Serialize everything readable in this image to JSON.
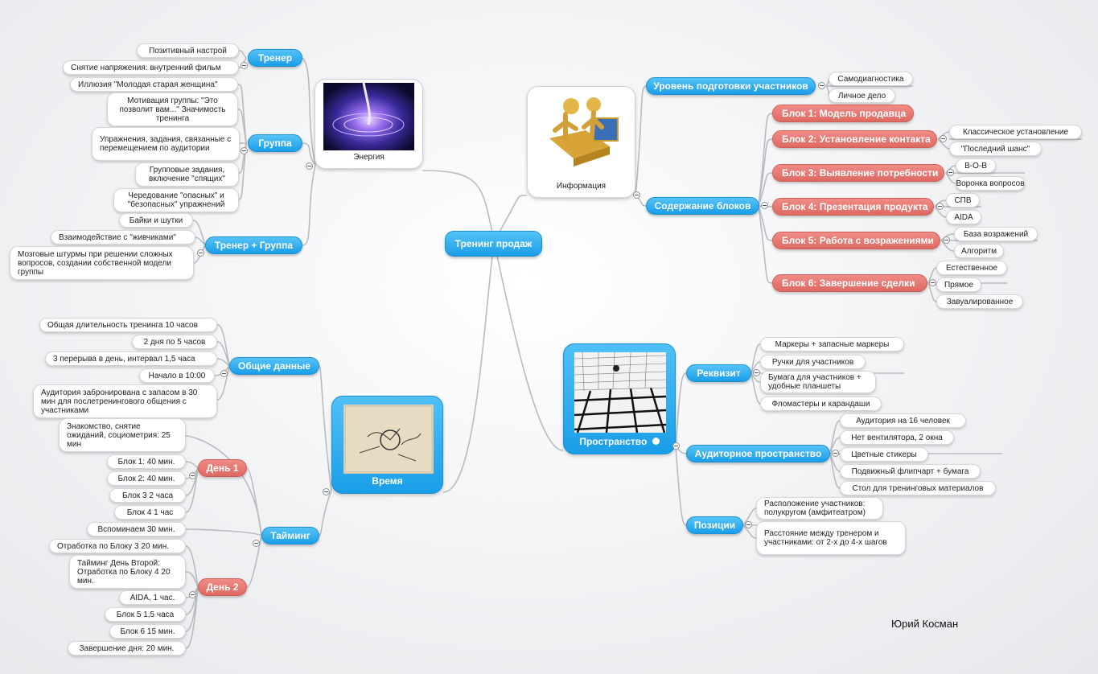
{
  "central": "Тренинг продаж",
  "energy": {
    "caption": "Энергия",
    "trainer": {
      "label": "Тренер",
      "items": [
        "Позитивный настрой",
        "Снятие напряжения: внутренний фильм"
      ]
    },
    "group": {
      "label": "Группа",
      "items": [
        "Иллюзия \"Молодая старая женщина\"",
        "Мотивация группы: \"Это позволит вам...\" Значимость тренинга",
        "Упражнения, задания, связанные с перемещением по аудитории",
        "Групповые задания, включение \"спящих\"",
        "Чередование \"опасных\" и \"безопасных\" упражнений"
      ]
    },
    "trainer_group": {
      "label": "Тренер + Группа",
      "items": [
        "Байки и шутки",
        "Взаимодействие с \"живчиками\"",
        "Мозговые штурмы при решении сложных вопросов, создании собственной модели группы"
      ]
    }
  },
  "time": {
    "caption": "Время",
    "general": {
      "label": "Общие данные",
      "items": [
        "Общая длительность тренинга 10 часов",
        "2 дня по 5 часов",
        "3 перерыва в день, интервал 1,5 часа",
        "Начало в 10:00",
        "Аудитория забронирована с запасом в 30 мин для послетренингового общения с участниками"
      ]
    },
    "timing": {
      "label": "Тайминг",
      "intro": "Знакомство, снятие ожиданий, социометрия: 25 мин",
      "day1": {
        "label": "День 1",
        "items": [
          "Блок 1: 40 мин.",
          "Блок 2: 40 мин.",
          "Блок 3  2 часа",
          "Блок 4  1 час"
        ]
      },
      "middle": "Вспоминаем 30 мин.",
      "day2": {
        "label": "День 2",
        "items": [
          "Отработка по Блоку 3 20 мин.",
          "Тайминг День Второй: Отработка по Блоку 4 20 мин.",
          "AIDA, 1 час.",
          "Блок 5 1,5 часа",
          "Блок 6 15 мин.",
          "Завершение дня: 20 мин."
        ]
      }
    }
  },
  "info": {
    "caption": "Информация",
    "level": {
      "label": "Уровень подготовки участников",
      "items": [
        "Самодиагностика",
        "Личное дело"
      ]
    },
    "content": {
      "label": "Содержание блоков",
      "blocks": [
        {
          "label": "Блок 1: Модель продавца",
          "items": []
        },
        {
          "label": "Блок 2: Установление контакта",
          "items": [
            "Классическое установление",
            "\"Последний шанс\""
          ]
        },
        {
          "label": "Блок 3: Выявление потребности",
          "items": [
            "В-О-В",
            "Воронка вопросов"
          ]
        },
        {
          "label": "Блок 4: Презентация продукта",
          "items": [
            "СПВ",
            "AIDA"
          ]
        },
        {
          "label": "Блок 5: Работа с возражениями",
          "items": [
            "База возражений",
            "Алгоритм"
          ]
        },
        {
          "label": "Блок 6: Завершение сделки",
          "items": [
            "Естественное",
            "Прямое",
            "Завуалированное"
          ]
        }
      ]
    }
  },
  "space": {
    "caption": "Пространство",
    "caption_icon": "circle-arrow-icon",
    "props": {
      "label": "Реквизит",
      "items": [
        "Маркеры + запасные маркеры",
        "Ручки для участников",
        "Бумага для участников + удобные планшеты",
        "Фломастеры и карандаши"
      ]
    },
    "room": {
      "label": "Аудиторное пространство",
      "items": [
        "Аудитория на 16 человек",
        "Нет вентилятора, 2 окна",
        "Цветные стикеры",
        "Подвижный флипчарт + бумага",
        "Стол для тренинговых материалов"
      ]
    },
    "positions": {
      "label": "Позиции",
      "items": [
        "Расположение участников: полукругом (амфитеатром)",
        "Расстояние между тренером и участниками: от 2-х до 4-х шагов"
      ]
    }
  },
  "author": "Юрий Косман",
  "colors": {
    "topic": "#1a9ee8",
    "block": "#de6a62",
    "line": "#b4b8bd"
  }
}
